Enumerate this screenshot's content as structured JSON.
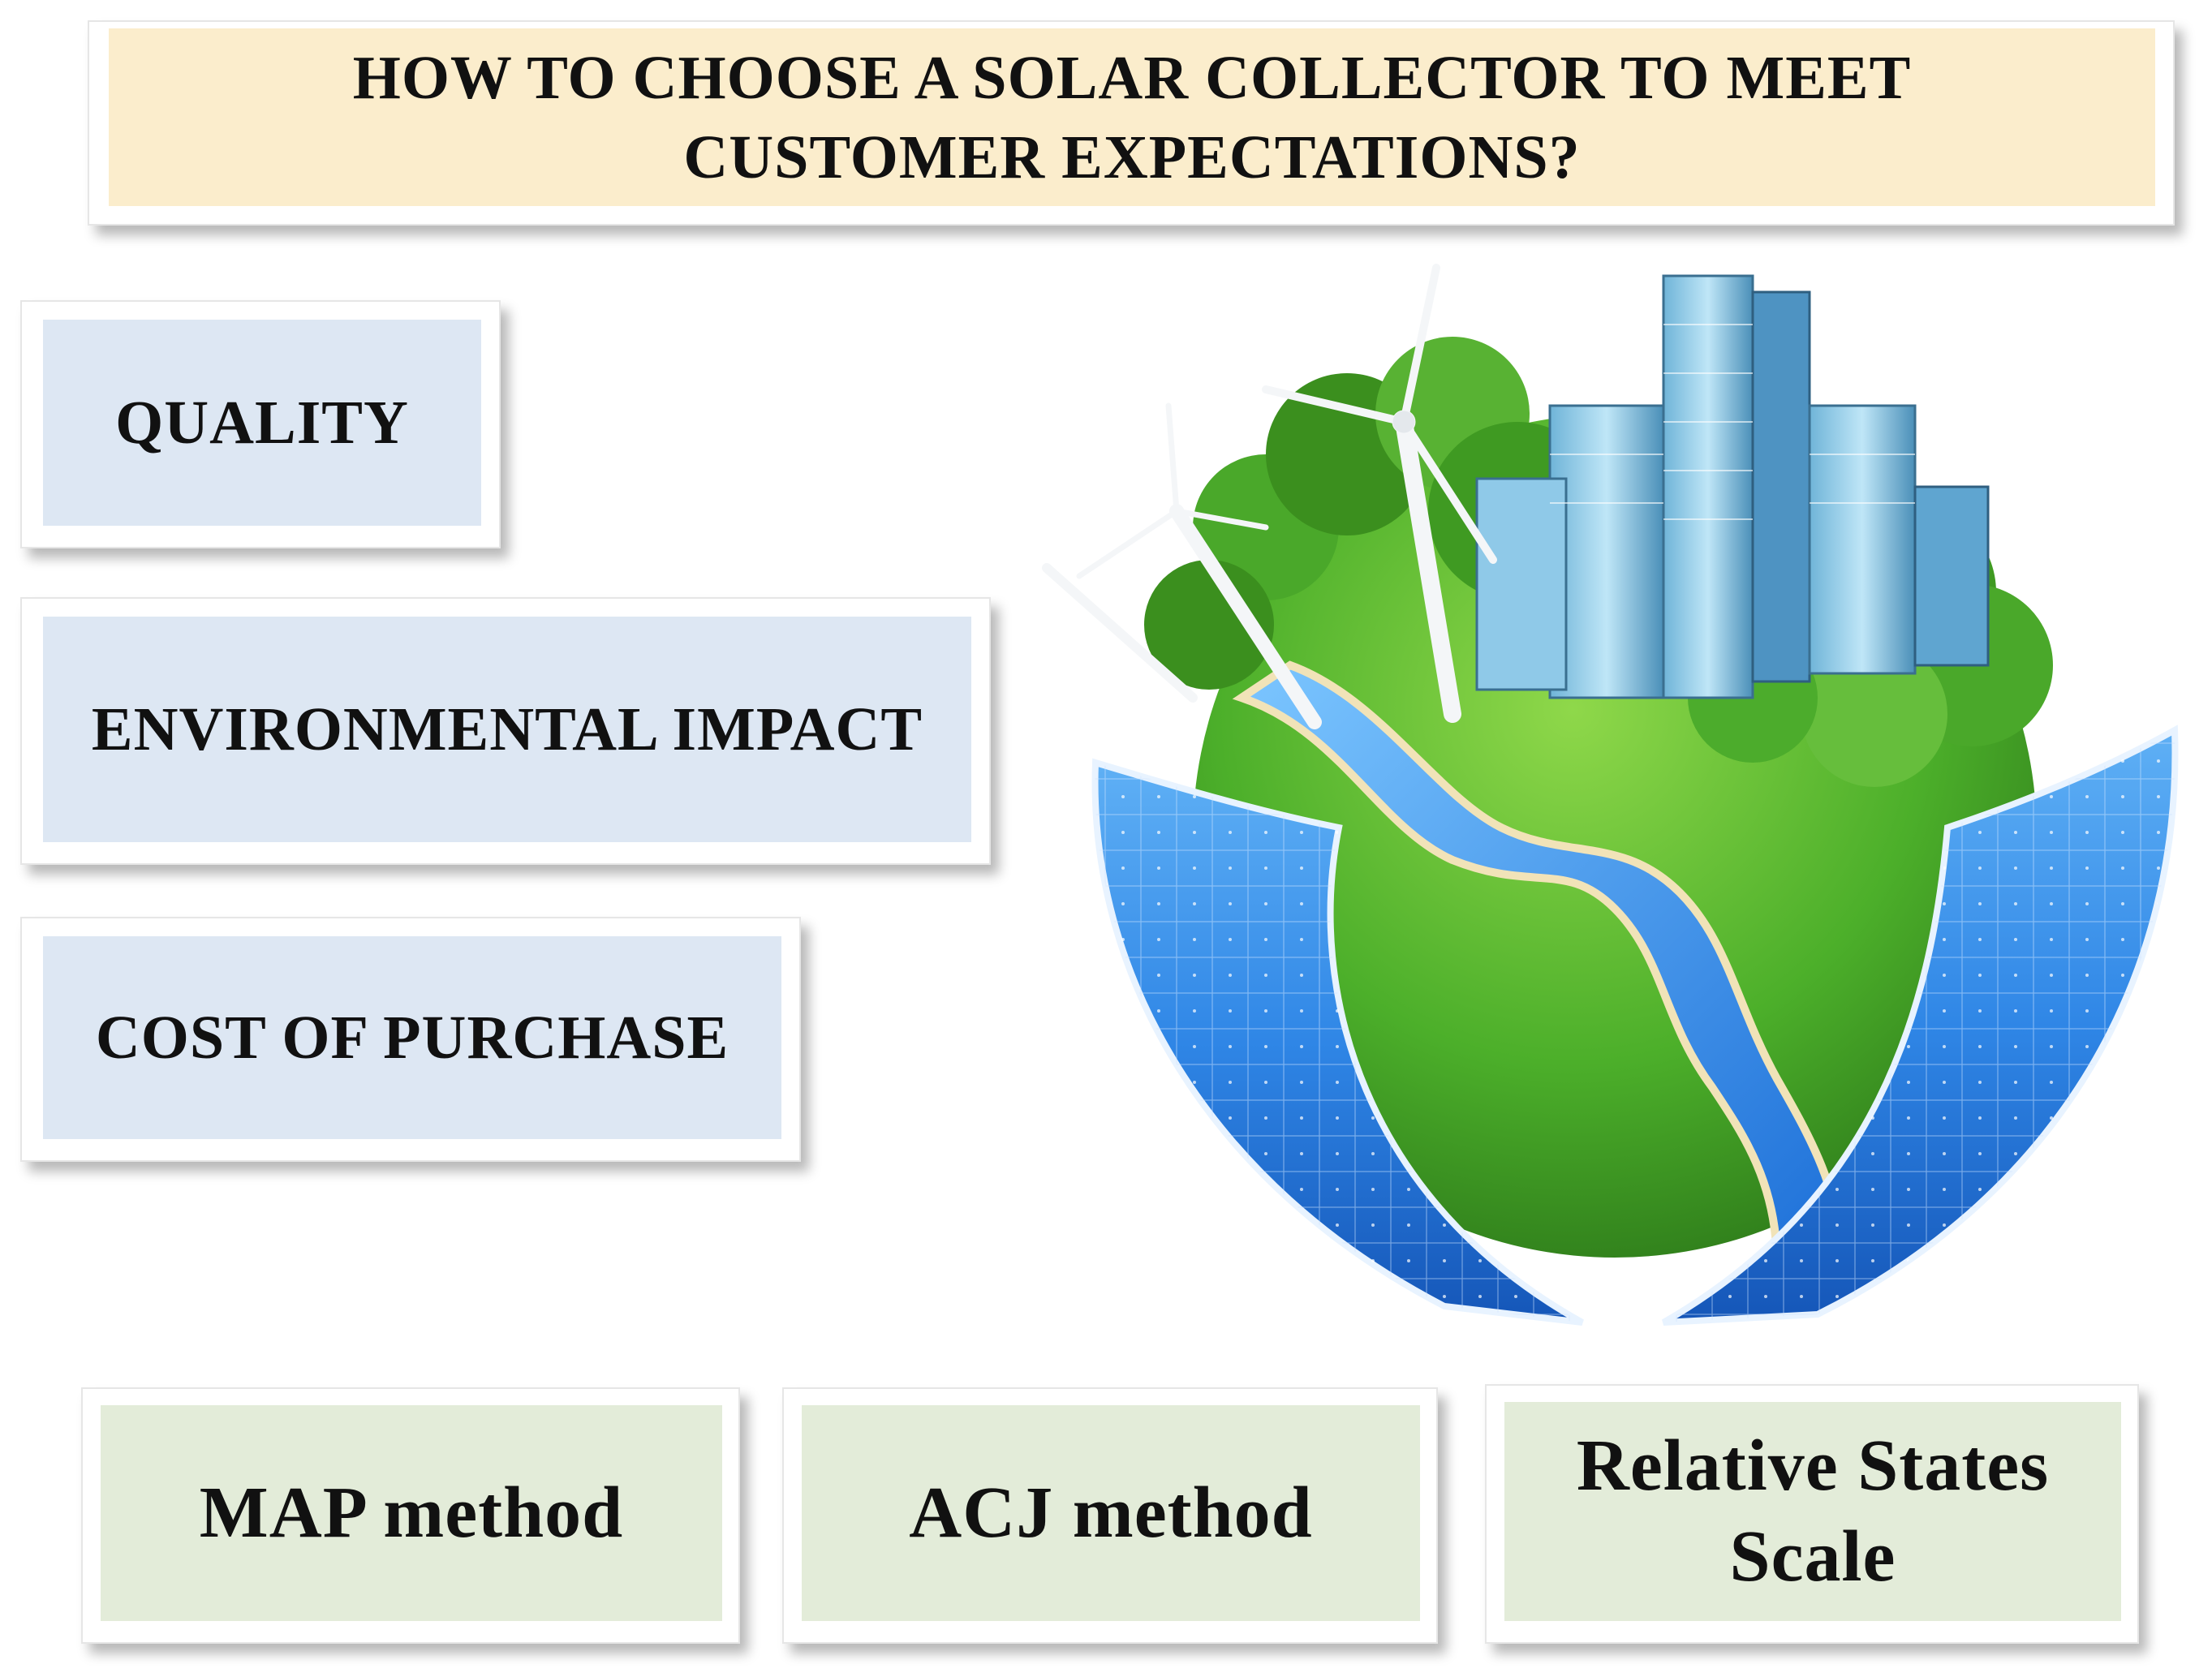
{
  "title": {
    "line1": "HOW TO CHOOSE A SOLAR COLLECTOR TO MEET",
    "line2": "CUSTOMER EXPECTATIONS?"
  },
  "criteria": [
    {
      "label": "QUALITY"
    },
    {
      "label": "ENVIRONMENTAL IMPACT"
    },
    {
      "label": "COST OF PURCHASE"
    }
  ],
  "methods": [
    {
      "label": "MAP method"
    },
    {
      "label": "ACJ method"
    },
    {
      "line1": "Relative States",
      "line2": "Scale"
    }
  ],
  "colors": {
    "title_bg": "#fbedcc",
    "criteria_bg": "#dde7f3",
    "methods_bg": "#e3ecd9",
    "grass": "#4caf2a",
    "river": "#2f8fe8",
    "solar_panel": "#1f6fd6"
  }
}
